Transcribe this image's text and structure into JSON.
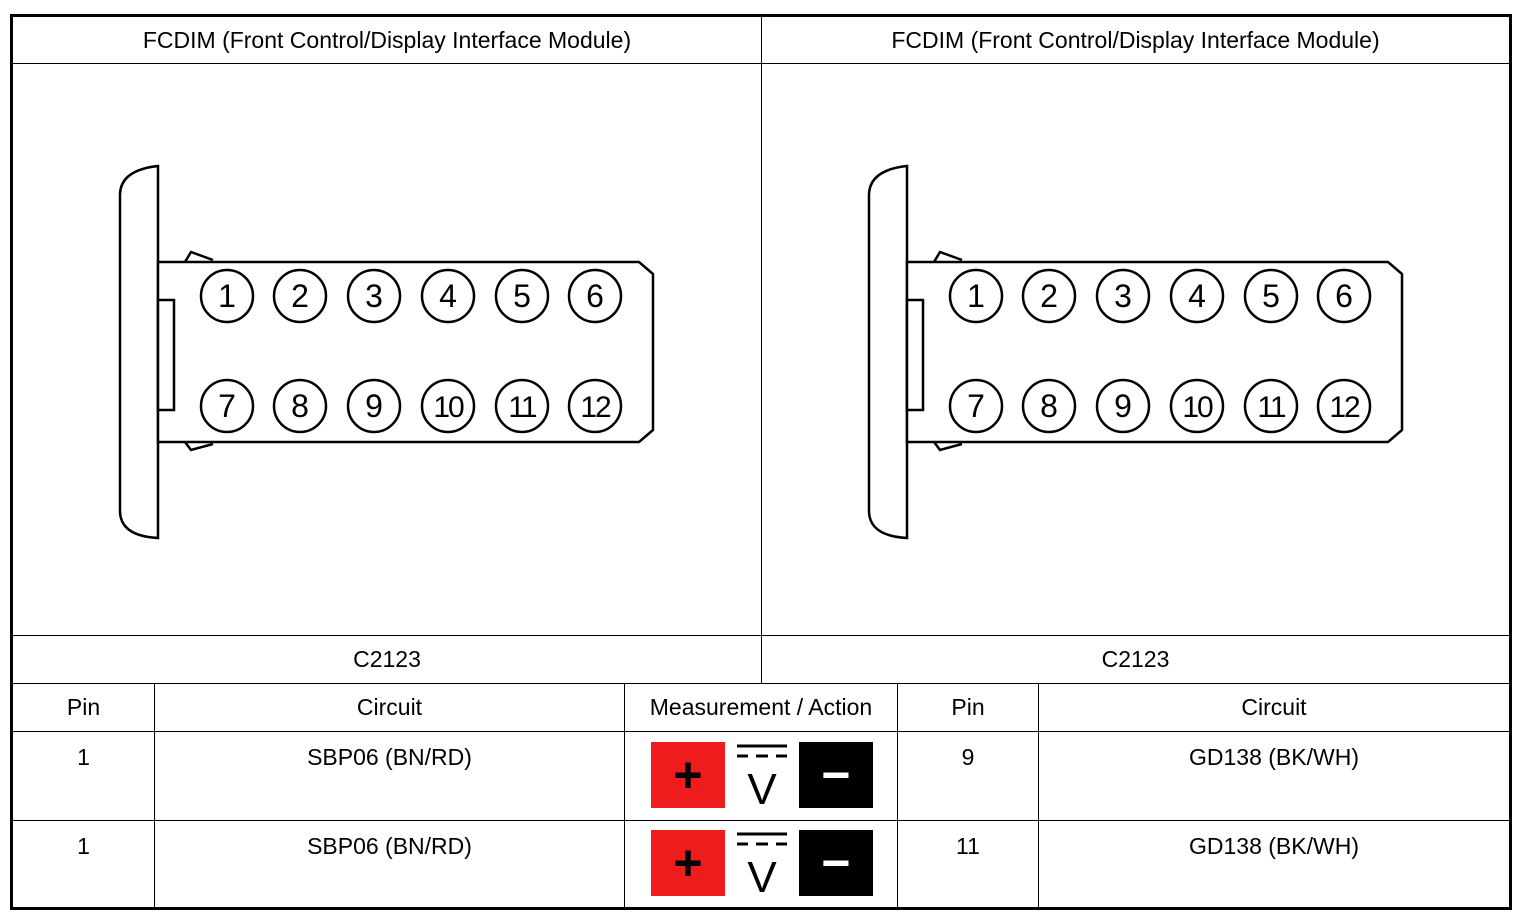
{
  "connectors": [
    {
      "title": "FCDIM (Front Control/Display Interface Module)",
      "connector_id": "C2123",
      "pins_top": [
        "1",
        "2",
        "3",
        "4",
        "5",
        "6"
      ],
      "pins_bottom": [
        "7",
        "8",
        "9",
        "10",
        "11",
        "12"
      ]
    },
    {
      "title": "FCDIM (Front Control/Display Interface Module)",
      "connector_id": "C2123",
      "pins_top": [
        "1",
        "2",
        "3",
        "4",
        "5",
        "6"
      ],
      "pins_bottom": [
        "7",
        "8",
        "9",
        "10",
        "11",
        "12"
      ]
    }
  ],
  "table": {
    "headers": {
      "pin_a": "Pin",
      "circuit_a": "Circuit",
      "measurement": "Measurement / Action",
      "pin_b": "Pin",
      "circuit_b": "Circuit"
    },
    "rows": [
      {
        "pin_a": "1",
        "circuit_a": "SBP06 (BN/RD)",
        "pin_b": "9",
        "circuit_b": "GD138 (BK/WH)",
        "measurement": {
          "plus": "+",
          "volt": "V",
          "minus": "−"
        }
      },
      {
        "pin_a": "1",
        "circuit_a": "SBP06 (BN/RD)",
        "pin_b": "11",
        "circuit_b": "GD138 (BK/WH)",
        "measurement": {
          "plus": "+",
          "volt": "V",
          "minus": "−"
        }
      }
    ]
  },
  "icons": {
    "plus": "positive-probe-icon",
    "volt": "dc-voltage-icon",
    "minus": "negative-probe-icon"
  },
  "colors": {
    "plus_bg": "#ee1c1c",
    "minus_bg": "#000000"
  }
}
